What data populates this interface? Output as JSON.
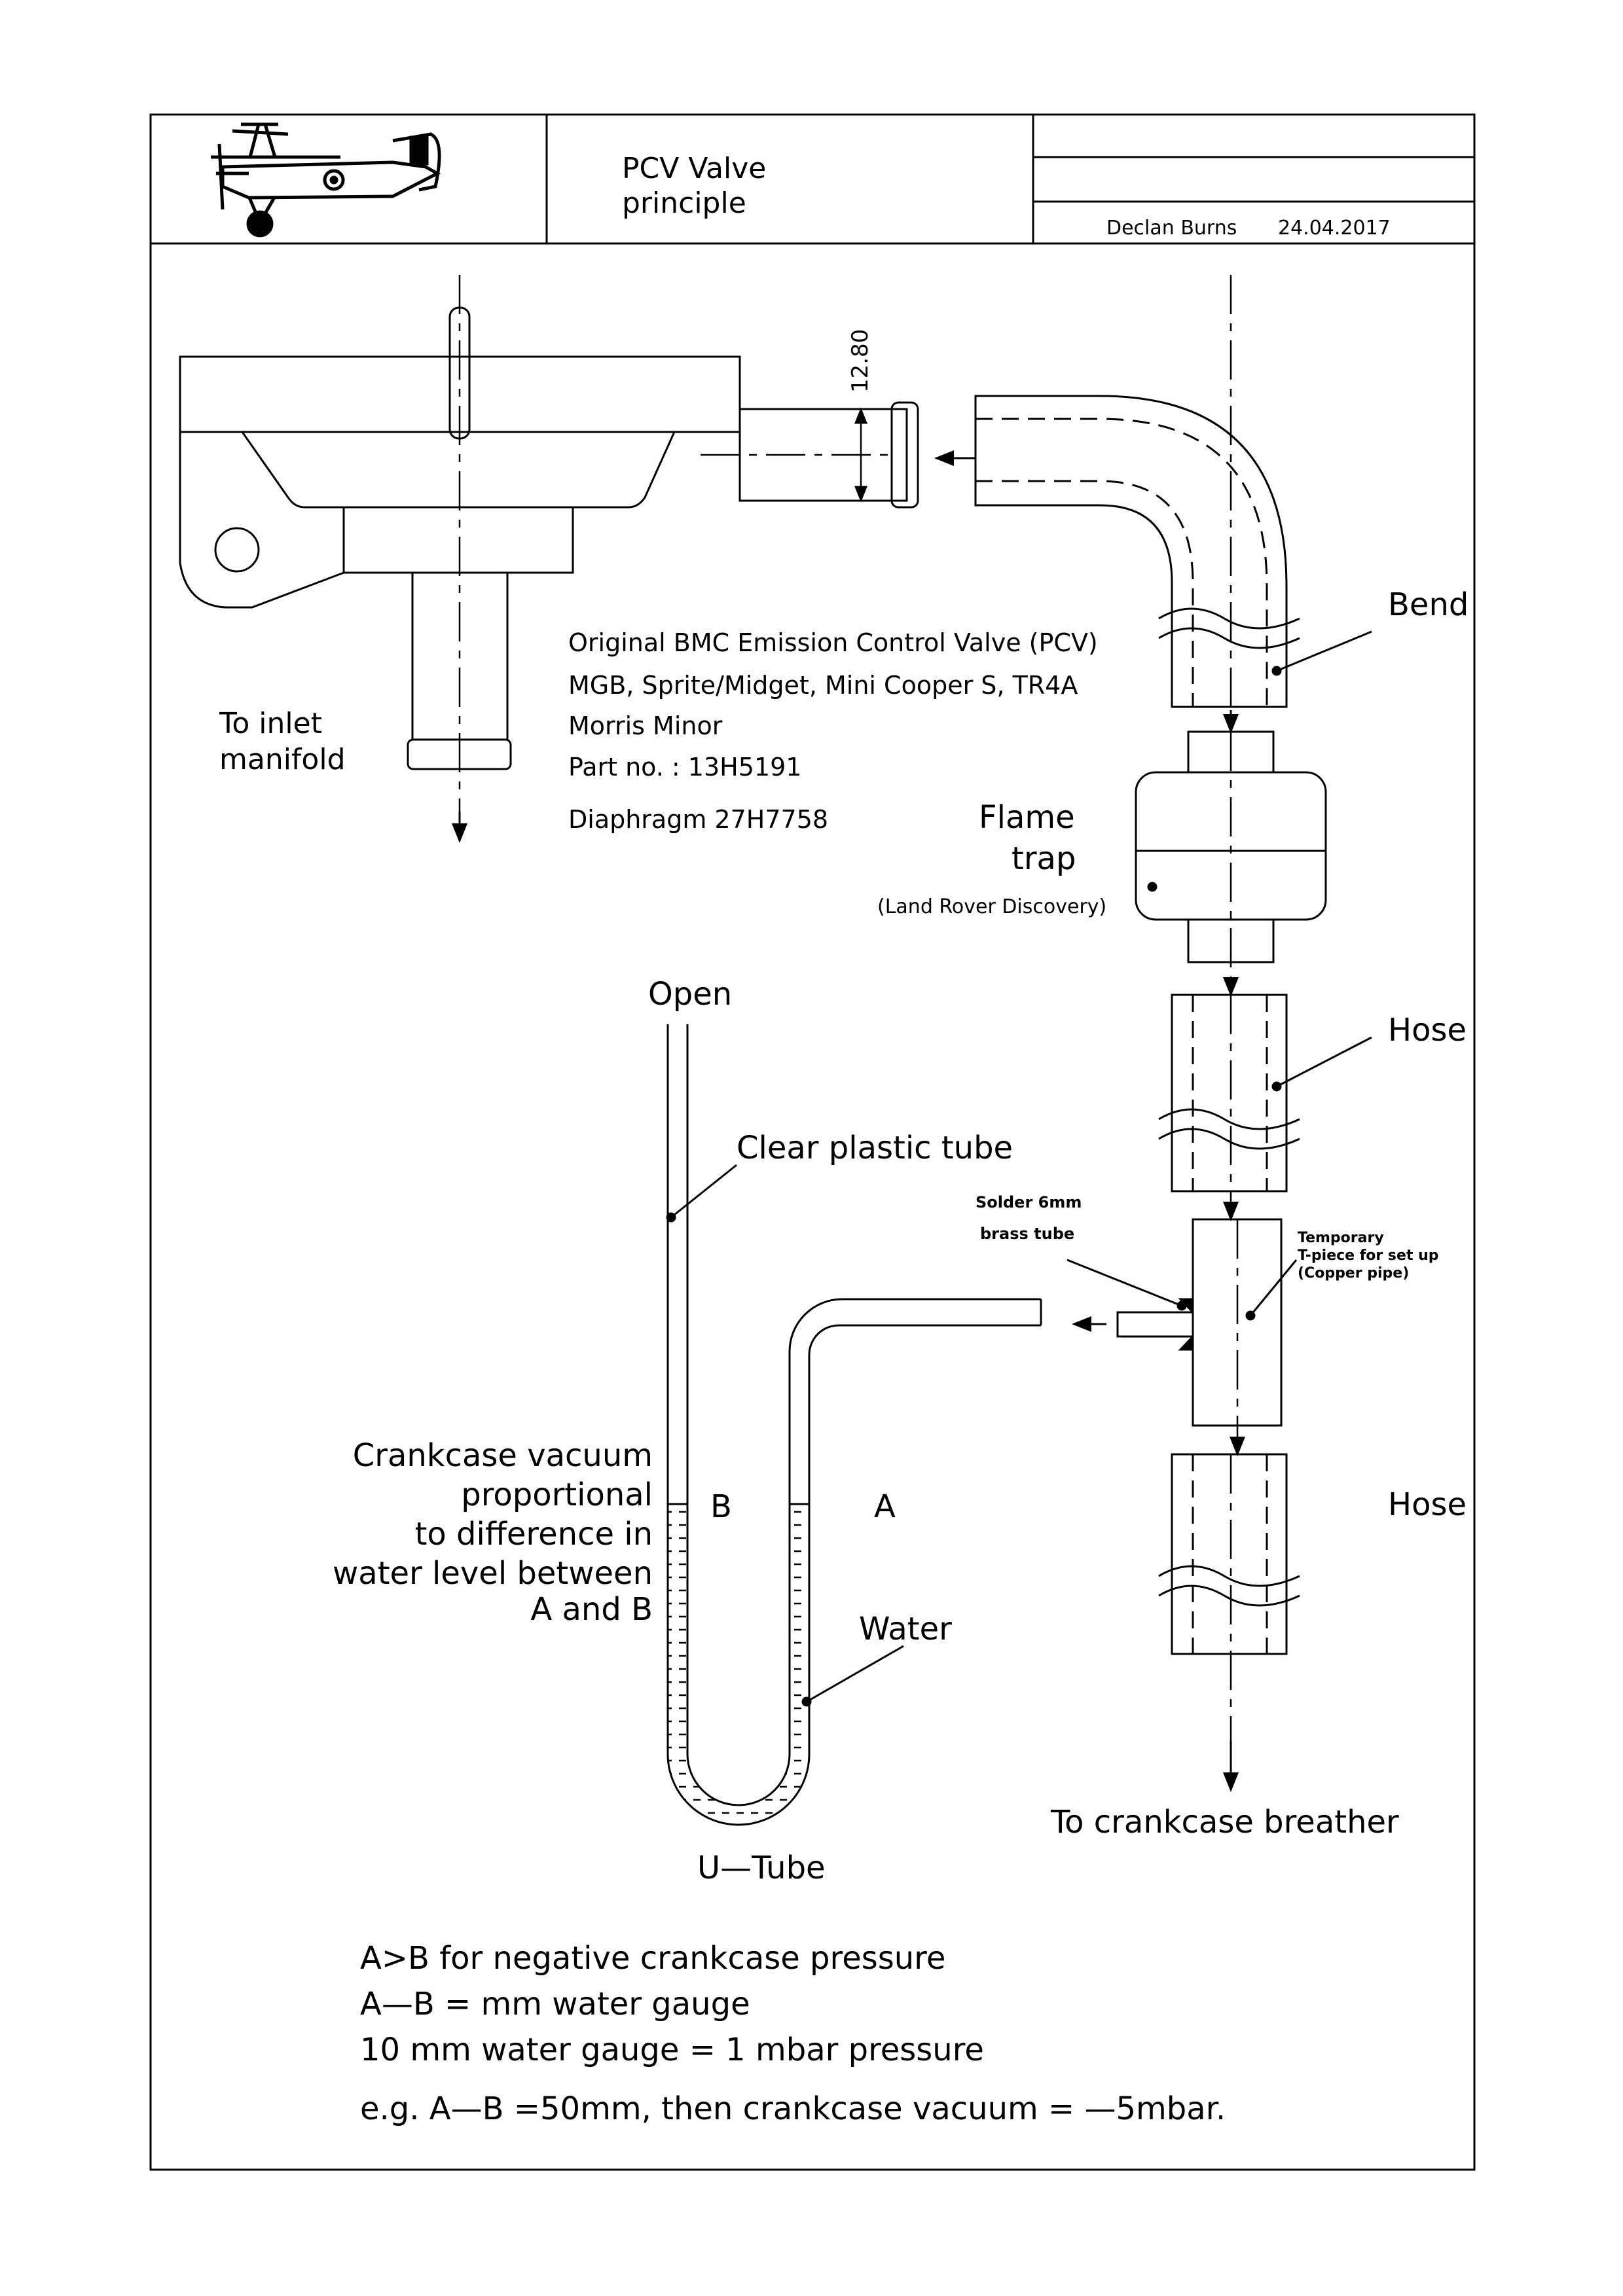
{
  "title_block": {
    "title_line1": "PCV Valve",
    "title_line2": "principle",
    "author": "Declan Burns",
    "date": "24.04.2017"
  },
  "valve": {
    "dimension": "12.80",
    "inlet_label_1": "To inlet",
    "inlet_label_2": "manifold",
    "info": [
      "Original BMC Emission Control Valve (PCV)",
      "MGB, Sprite/Midget, Mini Cooper S, TR4A",
      "Morris Minor",
      "Part no. : 13H5191",
      "Diaphragm 27H7758"
    ]
  },
  "hose_path": {
    "bend": "Bend",
    "flame_trap_1": "Flame",
    "flame_trap_2": "trap",
    "flame_trap_note": "(Land Rover Discovery)",
    "hose_1": "Hose",
    "hose_2": "Hose",
    "solder_1": "Solder 6mm",
    "solder_2": "brass tube",
    "tpiece_1": "Temporary",
    "tpiece_2": "T-piece for set up",
    "tpiece_3": "(Copper pipe)",
    "breather": "To crankcase breather"
  },
  "manometer": {
    "open": "Open",
    "clear_tube": "Clear plastic tube",
    "label_b": "B",
    "label_a": "A",
    "water": "Water",
    "u_tube": "U—Tube",
    "vacuum_note": [
      "Crankcase vacuum",
      "proportional",
      "to difference in",
      "water level between",
      "A and B"
    ]
  },
  "notes": [
    "A>B for negative crankcase pressure",
    "A—B = mm water gauge",
    "10 mm water gauge = 1 mbar pressure",
    "e.g. A—B =50mm, then crankcase vacuum = —5mbar."
  ]
}
